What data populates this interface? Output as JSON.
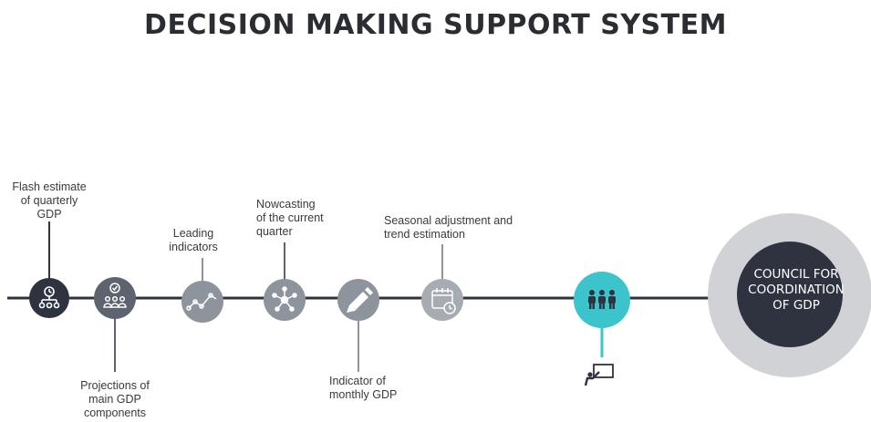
{
  "title": "DECISION MAKING SUPPORT SYSTEM",
  "steps": [
    {
      "label_lines": [
        "Flash estimate",
        "of quarterly",
        "GDP"
      ],
      "icon": "org-chart-clock-icon",
      "color": "#2f3340"
    },
    {
      "label_lines": [
        "Projections of",
        "main GDP",
        "components"
      ],
      "icon": "team-check-icon",
      "color": "#5d6470"
    },
    {
      "label_lines": [
        "Leading",
        "indicators"
      ],
      "icon": "trend-line-icon",
      "color": "#8e949c"
    },
    {
      "label_lines": [
        "Nowcasting",
        "of the current",
        "quarter"
      ],
      "icon": "network-hub-icon",
      "color": "#8e949c"
    },
    {
      "label_lines": [
        "Indicator of",
        "monthly GDP"
      ],
      "icon": "pencil-icon",
      "color": "#8e949c"
    },
    {
      "label_lines": [
        "Seasonal adjustment and",
        "trend estimation"
      ],
      "icon": "calendar-clock-icon",
      "color": "#a7abb2"
    }
  ],
  "meeting": {
    "icon": "people-group-icon",
    "sub_icon": "presentation-icon",
    "color": "#3cc4cd"
  },
  "council": {
    "label_lines": [
      "COUNCIL FOR",
      "COORDINATION",
      "OF GDP"
    ],
    "inner_color": "#2f3340",
    "outer_color": "#d0d2d5"
  },
  "line_color": "#2f3340"
}
